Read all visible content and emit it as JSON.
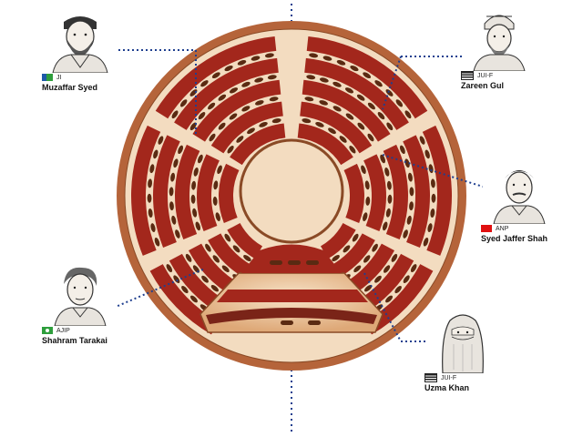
{
  "members": [
    {
      "id": "muzaffar",
      "name": "Muzaffar Syed",
      "party": "JI",
      "flag_colors": [
        "#1e5aa8",
        "#2e9e3c"
      ],
      "portrait": "bearded-man-cap-icon"
    },
    {
      "id": "zareen",
      "name": "Zareen Gul",
      "party": "JUI-F",
      "flag_colors": [
        "#222222",
        "#ffffff"
      ],
      "portrait": "turbaned-man-icon"
    },
    {
      "id": "jaffer",
      "name": "Syed Jaffer Shah",
      "party": "ANP",
      "flag_colors": [
        "#e01010",
        "#e01010"
      ],
      "portrait": "man-mustache-icon"
    },
    {
      "id": "shahram",
      "name": "Shahram Tarakai",
      "party": "AJIP",
      "flag_colors": [
        "#2e9e3c",
        "#ffffff"
      ],
      "portrait": "young-man-icon"
    },
    {
      "id": "uzma",
      "name": "Uzma Khan",
      "party": "JUI-F",
      "flag_colors": [
        "#222222",
        "#ffffff"
      ],
      "portrait": "veiled-woman-icon"
    }
  ],
  "colors": {
    "chamber_outer": "#b5643a",
    "chamber_fill": "#f3dcc0",
    "bench": "#a3271c",
    "seat": "#5a2a12",
    "floor": "#e6b98e",
    "connector": "#1f3f8f"
  }
}
